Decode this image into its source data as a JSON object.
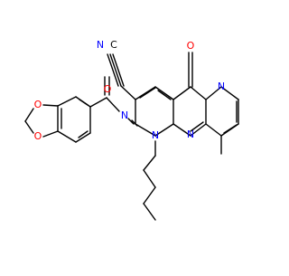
{
  "molecule": {
    "atom_labels": {
      "n_nitrile": "N",
      "c_nitrile": "C",
      "o_amide": "O",
      "o_ketone": "O",
      "o_dioxole_top": "O",
      "o_dioxole_bottom": "O",
      "n_imine": "N",
      "n1": "N",
      "n_mid": "N",
      "n_bridge": "N"
    },
    "colors": {
      "bond": "#000000",
      "nitrogen": "#0000ff",
      "oxygen": "#ff0000"
    }
  }
}
